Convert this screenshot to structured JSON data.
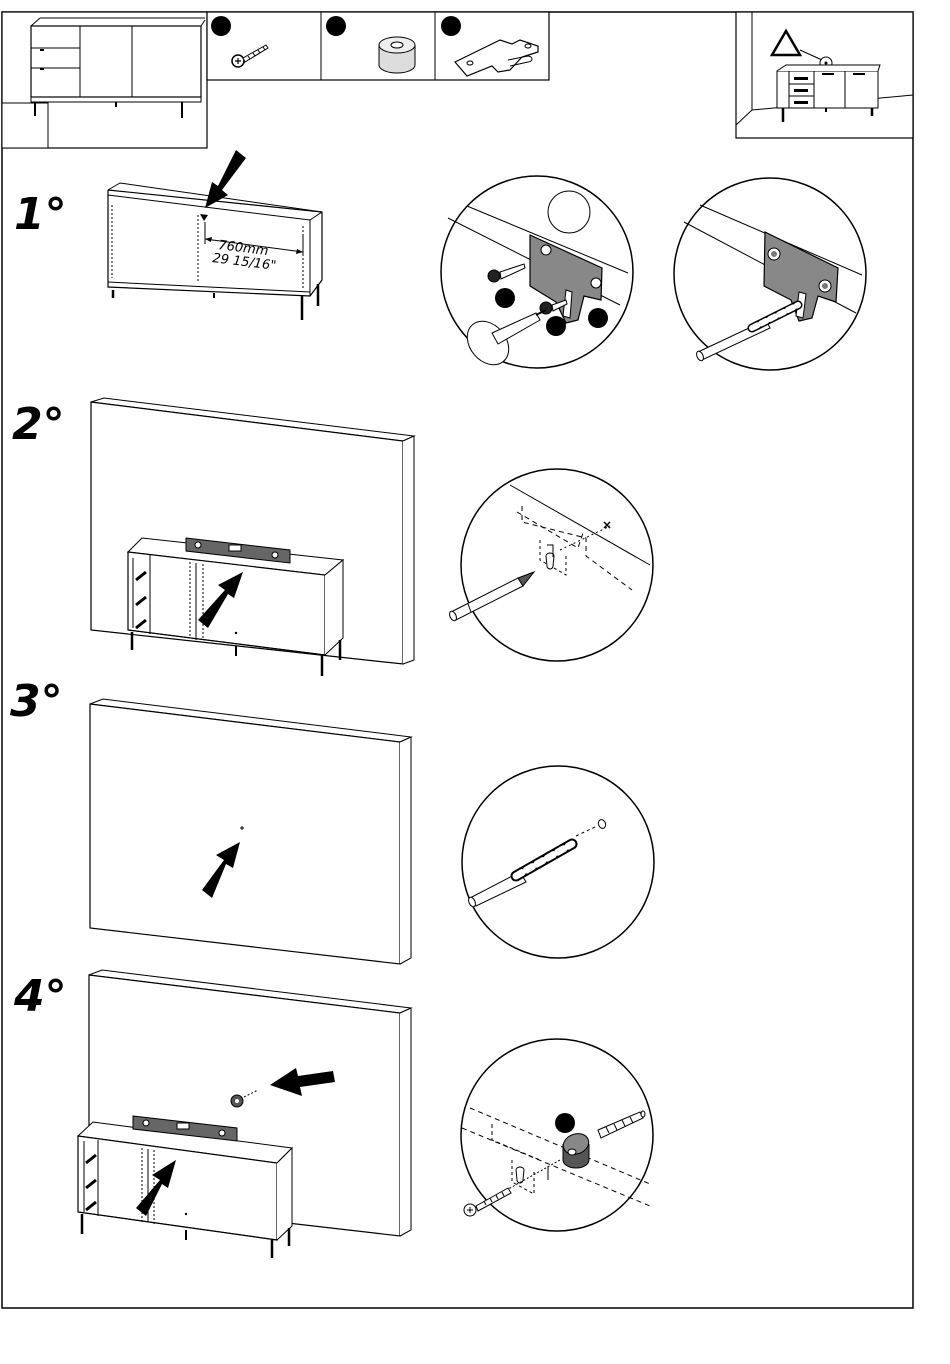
{
  "steps": [
    {
      "label": "1°"
    },
    {
      "label": "2°"
    },
    {
      "label": "3°"
    },
    {
      "label": "4°"
    }
  ],
  "measurement": {
    "metric": "760mm",
    "imperial": "29 15/16\""
  },
  "parts": [
    {
      "icon": "screw-icon"
    },
    {
      "icon": "spacer-icon"
    },
    {
      "icon": "wall-bracket-icon"
    }
  ],
  "warning": {
    "icon": "warning-triangle-icon"
  }
}
